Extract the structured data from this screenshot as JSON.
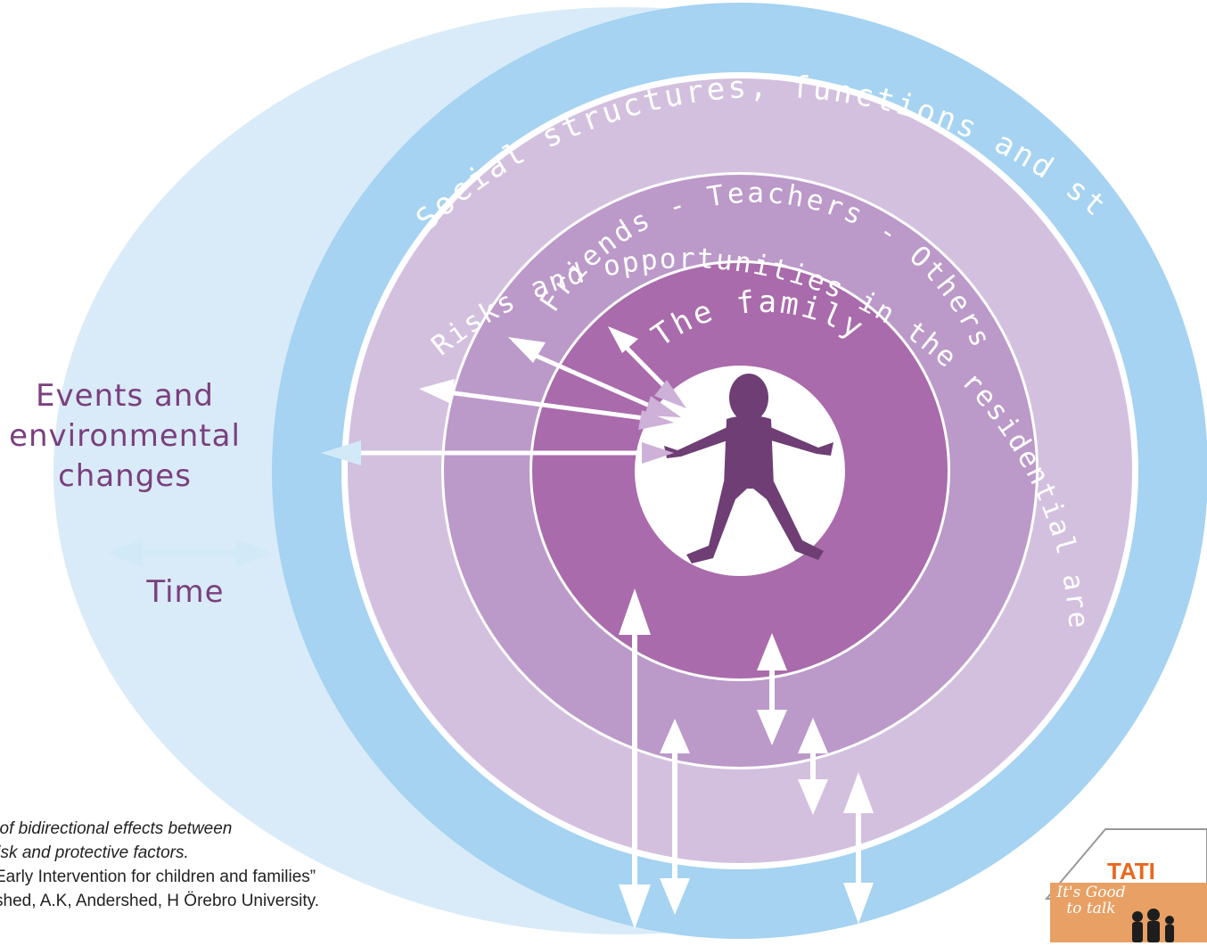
{
  "diagram": {
    "rings": {
      "outer": "Social structures, functions and standards",
      "residential": "Risks and opportunities in the residential area/local community",
      "friends": "Friends - Teachers - Others",
      "family": "The family"
    },
    "side_label_lines": [
      "Events and",
      "environmental",
      "changes"
    ],
    "time_label": "Time",
    "colors": {
      "time_shadow": "#d9ebf8",
      "outer_ring": "#a5d3f1",
      "white_band": "#ffffff",
      "lavender_ring": "#d3c0df",
      "mauve_ring": "#bb99c9",
      "family_ring": "#a96bab",
      "child": "#6e3e75",
      "label_text": "#7a3f7e",
      "arrow_light": "#d2e9f8",
      "arrow_purple": "#cdb1d8"
    },
    "icons": {
      "child": "child-figure-icon",
      "arrows": "bidirectional-arrow-icon"
    }
  },
  "caption": {
    "line1": "l of bidirectional effects between",
    "line2": "risk and protective factors.",
    "line3": "Early Intervention for children and families”",
    "line4": "shed, A.K, Andershed, H Örebro University."
  },
  "logo": {
    "brand": "TATI",
    "tagline": "It's Good to talk",
    "icon": "family-silhouette-icon"
  }
}
